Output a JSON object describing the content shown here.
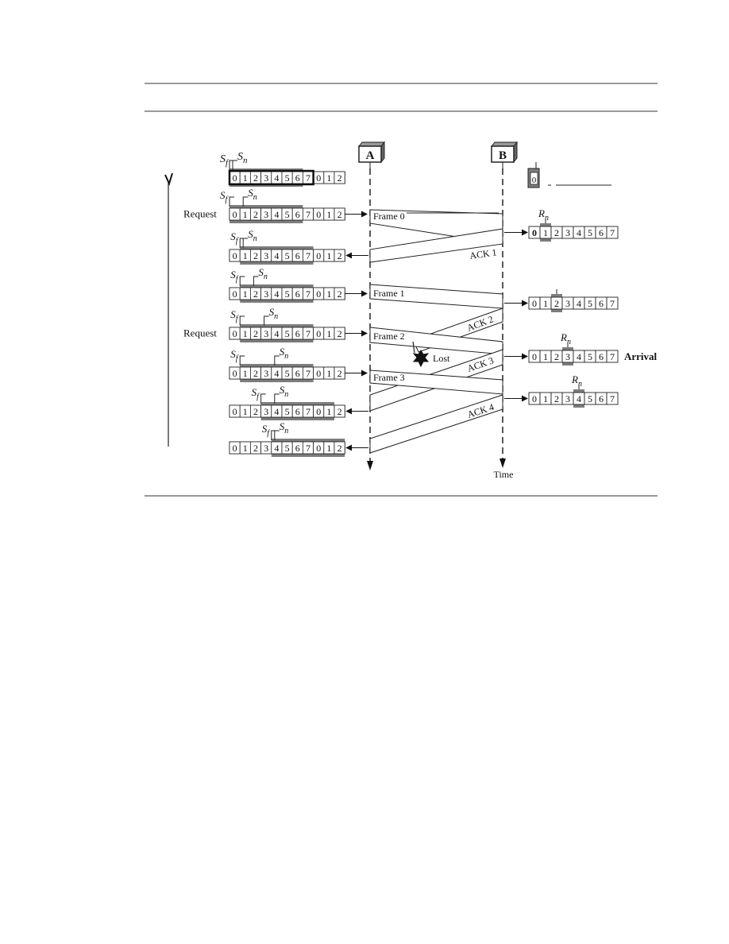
{
  "stations": {
    "sender": "A",
    "receiver": "B"
  },
  "labels": {
    "request": "Request",
    "arrival": "Arrival",
    "lost": "Lost",
    "time": "Time",
    "sf_base": "S",
    "sf_sub": "f",
    "sn_base": "S",
    "sn_sub": "n",
    "rn_base": "R",
    "rn_sub": "n"
  },
  "frames": [
    "Frame 0",
    "Frame 1",
    "Frame 2",
    "Frame 3"
  ],
  "acks": [
    "ACK 1",
    "ACK 2",
    "ACK 3",
    "ACK 4"
  ],
  "sender_window": {
    "sequence": [
      "0",
      "1",
      "2",
      "3",
      "4",
      "5",
      "6",
      "7",
      "0",
      "1",
      "2"
    ],
    "rows": [
      {
        "sf": 0,
        "sn": 0,
        "request": false
      },
      {
        "sf": 0,
        "sn": 1,
        "request": true
      },
      {
        "sf": 1,
        "sn": 1,
        "request": false
      },
      {
        "sf": 1,
        "sn": 2,
        "request": false
      },
      {
        "sf": 1,
        "sn": 3,
        "request": true
      },
      {
        "sf": 1,
        "sn": 4,
        "request": false
      },
      {
        "sf": 3,
        "sn": 4,
        "request": false
      },
      {
        "sf": 4,
        "sn": 4,
        "request": false
      }
    ]
  },
  "receiver_window": {
    "initial": "0",
    "sequence": [
      "0",
      "1",
      "2",
      "3",
      "4",
      "5",
      "6",
      "7"
    ],
    "rows": [
      {
        "rn": 1,
        "arrival": false
      },
      {
        "rn": 2,
        "arrival": false
      },
      {
        "rn": 3,
        "arrival": true
      },
      {
        "rn": 4,
        "arrival": false
      }
    ]
  }
}
